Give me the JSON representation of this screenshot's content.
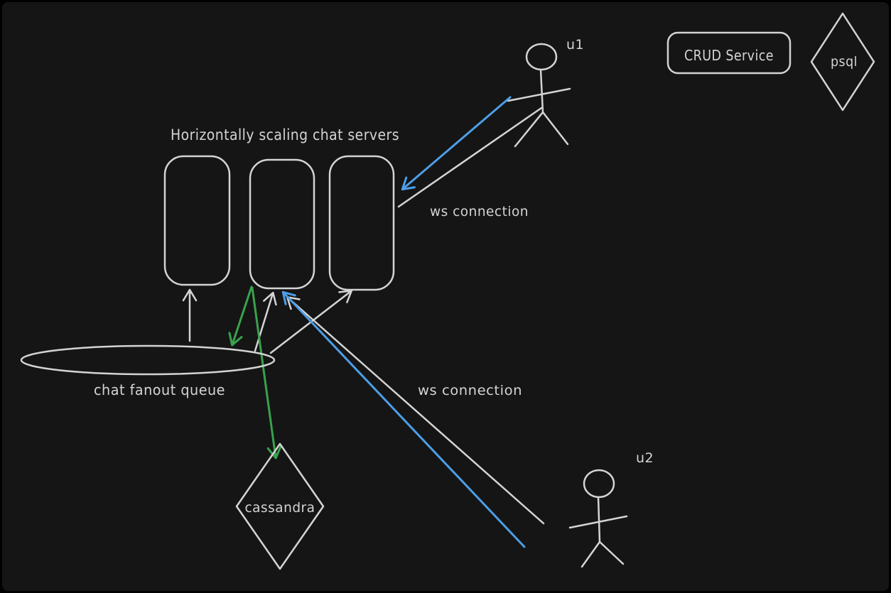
{
  "colors": {
    "background": "#151515",
    "frame": "#000000",
    "stroke": "#d4d4d4",
    "blue": "#4d9ee6",
    "green": "#38a24c"
  },
  "diagram": {
    "title": "Horizontally scaling chat servers",
    "actors": {
      "u1": "u1",
      "u2": "u2"
    },
    "services": {
      "crud": "CRUD Service",
      "psql": "psql",
      "cassandra": "cassandra",
      "queue": "chat fanout queue"
    },
    "connections": {
      "ws1": "ws connection",
      "ws2": "ws connection"
    }
  }
}
